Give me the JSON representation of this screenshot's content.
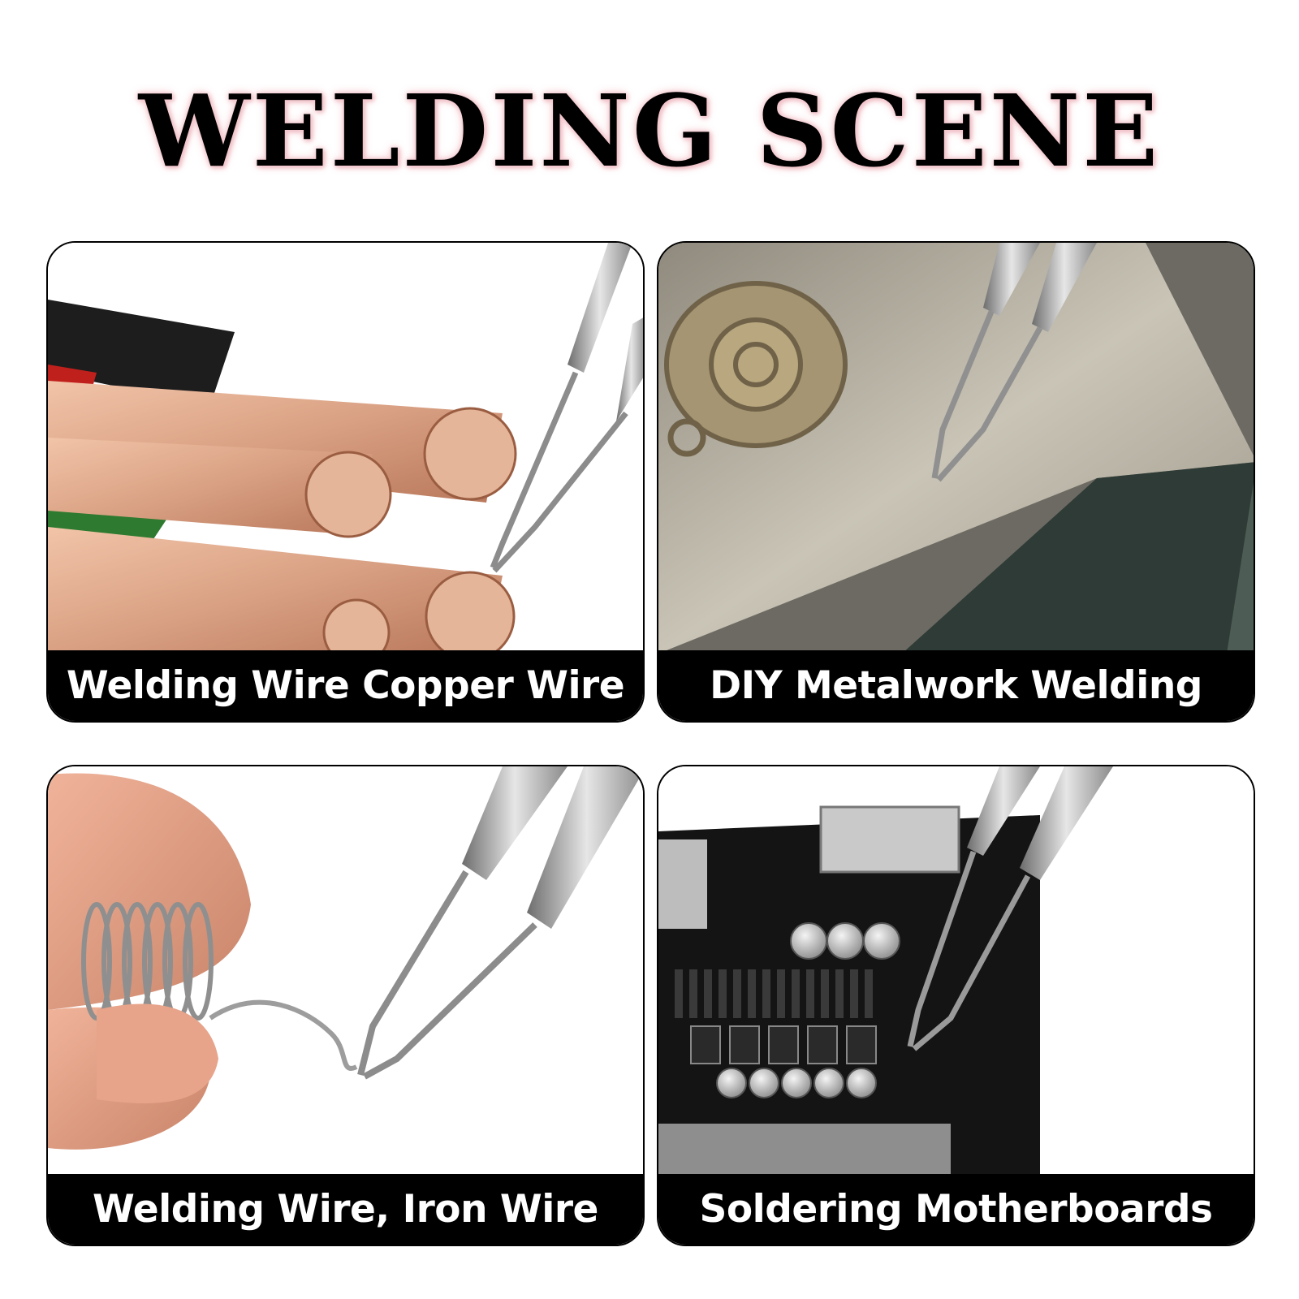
{
  "header": {
    "title": "WELDING SCENE"
  },
  "panels": [
    {
      "caption": "Welding Wire Copper Wire",
      "image_icon": "copper-wire-tweezers-photo"
    },
    {
      "caption": "DIY Metalwork Welding",
      "image_icon": "metal-block-tweezers-photo"
    },
    {
      "caption": "Welding Wire, Iron Wire",
      "image_icon": "iron-wire-coil-tweezers-photo"
    },
    {
      "caption": "Soldering Motherboards",
      "image_icon": "motherboard-tweezers-photo"
    }
  ],
  "colors": {
    "title_glow": "#f4c9cf",
    "caption_bg": "#000000",
    "caption_text": "#ffffff",
    "copper": "#d49a7a",
    "steel": "#b9b9b9",
    "pcb": "#141414"
  }
}
